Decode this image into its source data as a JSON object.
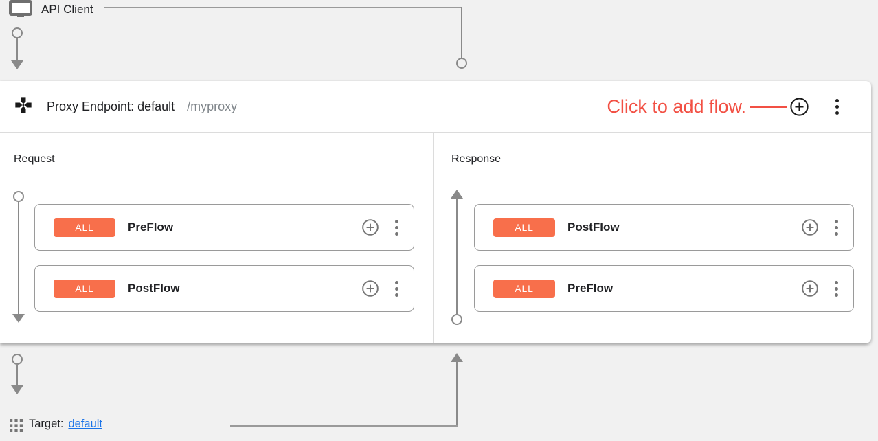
{
  "colors": {
    "annotation_red": "#f25044",
    "badge_orange": "#f86f4b",
    "link_blue": "#1a73e8",
    "connector_gray": "#8a8a8a",
    "icon_gray": "#757575",
    "text_dark": "#202124",
    "text_muted": "#80868b",
    "background_gray": "#f1f1f1",
    "card_white": "#ffffff"
  },
  "api_client": {
    "label": "API Client"
  },
  "proxy_endpoint": {
    "title": "Proxy Endpoint: default",
    "path": "/myproxy",
    "annotation": "Click to add flow."
  },
  "request_panel": {
    "title": "Request",
    "flows": [
      {
        "badge": "ALL",
        "name": "PreFlow"
      },
      {
        "badge": "ALL",
        "name": "PostFlow"
      }
    ]
  },
  "response_panel": {
    "title": "Response",
    "flows": [
      {
        "badge": "ALL",
        "name": "PostFlow"
      },
      {
        "badge": "ALL",
        "name": "PreFlow"
      }
    ]
  },
  "target": {
    "label": "Target:",
    "link": "default"
  }
}
